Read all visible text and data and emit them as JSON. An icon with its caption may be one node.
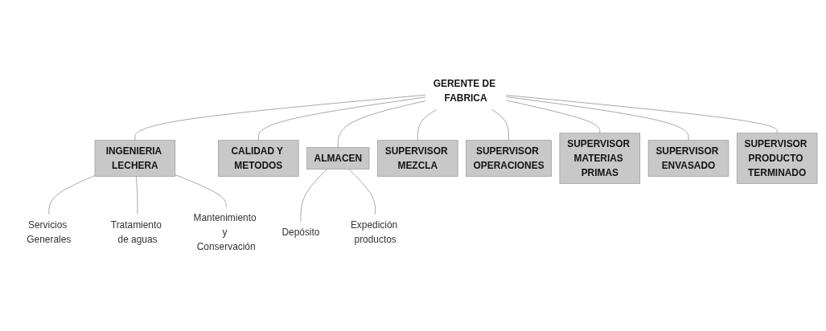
{
  "diagram": {
    "nodes": [
      {
        "text": [
          "GERENTE DE FABRICA"
        ]
      },
      {
        "text": [
          "INGENIERIA LECHERA"
        ]
      },
      {
        "text": [
          "CALIDAD Y METODOS"
        ]
      },
      {
        "text": [
          "ALMACEN"
        ]
      },
      {
        "text": [
          "SUPERVISOR MEZCLA"
        ]
      },
      {
        "text": [
          "SUPERVISOR OPERACIONES"
        ]
      },
      {
        "text": [
          "SUPERVISOR MATERIAS PRIMAS"
        ]
      },
      {
        "text": [
          "SUPERVISOR ENVASADO"
        ]
      },
      {
        "text": [
          "SUPERVISOR PRODUCTO TERMINADO"
        ]
      },
      {
        "text": [
          "Servicios Generales"
        ]
      },
      {
        "text": [
          "Tratamiento de aguas"
        ]
      },
      {
        "text": [
          "Mantenimiento y Conservación"
        ]
      },
      {
        "text": [
          "Depósito"
        ]
      },
      {
        "text": [
          "Expedición productos"
        ]
      }
    ],
    "edges": [
      {
        "from": 0,
        "to": 1,
        "arrow": "none"
      },
      {
        "from": 0,
        "to": 2,
        "arrow": "none"
      },
      {
        "from": 0,
        "to": 3,
        "arrow": "none"
      },
      {
        "from": 0,
        "to": 4,
        "arrow": "none"
      },
      {
        "from": 0,
        "to": 5,
        "arrow": "none"
      },
      {
        "from": 0,
        "to": 6,
        "arrow": "none"
      },
      {
        "from": 0,
        "to": 7,
        "arrow": "none"
      },
      {
        "from": 0,
        "to": 8,
        "arrow": "none"
      },
      {
        "from": 1,
        "to": 9,
        "arrow": "none"
      },
      {
        "from": 1,
        "to": 10,
        "arrow": "none"
      },
      {
        "from": 1,
        "to": 11,
        "arrow": "none"
      },
      {
        "from": 3,
        "to": 12,
        "arrow": "none"
      },
      {
        "from": 3,
        "to": 13,
        "arrow": "none"
      }
    ]
  }
}
